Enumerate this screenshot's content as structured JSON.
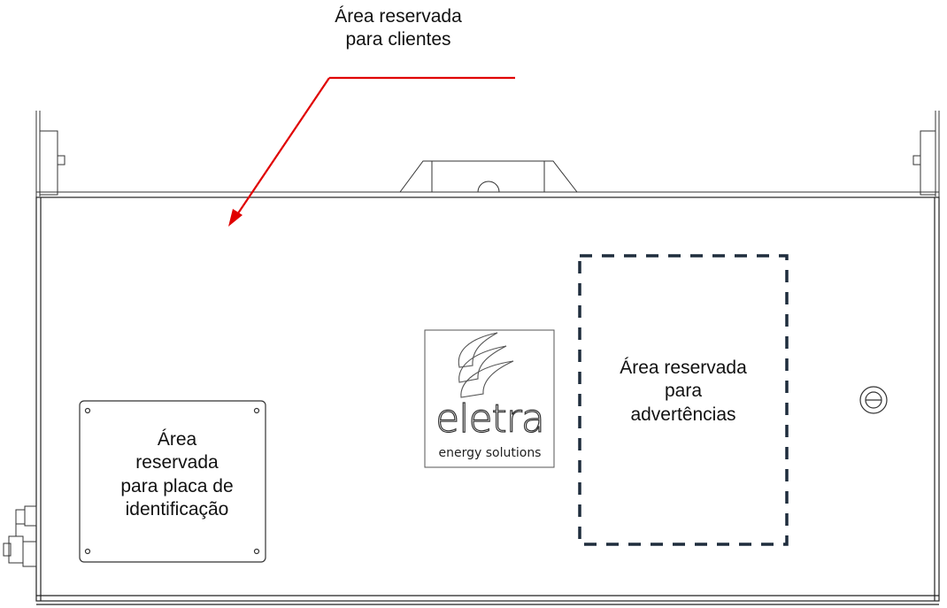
{
  "callouts": {
    "clients": [
      "Área reservada",
      "para clientes"
    ],
    "identification": [
      "Área",
      "reservada",
      "para placa de",
      "identificação"
    ],
    "warnings": [
      "Área reservada",
      "para",
      "advertências"
    ]
  },
  "logo": {
    "name": "eletra",
    "tagline": "energy solutions"
  },
  "colors": {
    "arrow": "#e00000",
    "dashed_area": "#1f2d3d",
    "outline": "#222222"
  }
}
